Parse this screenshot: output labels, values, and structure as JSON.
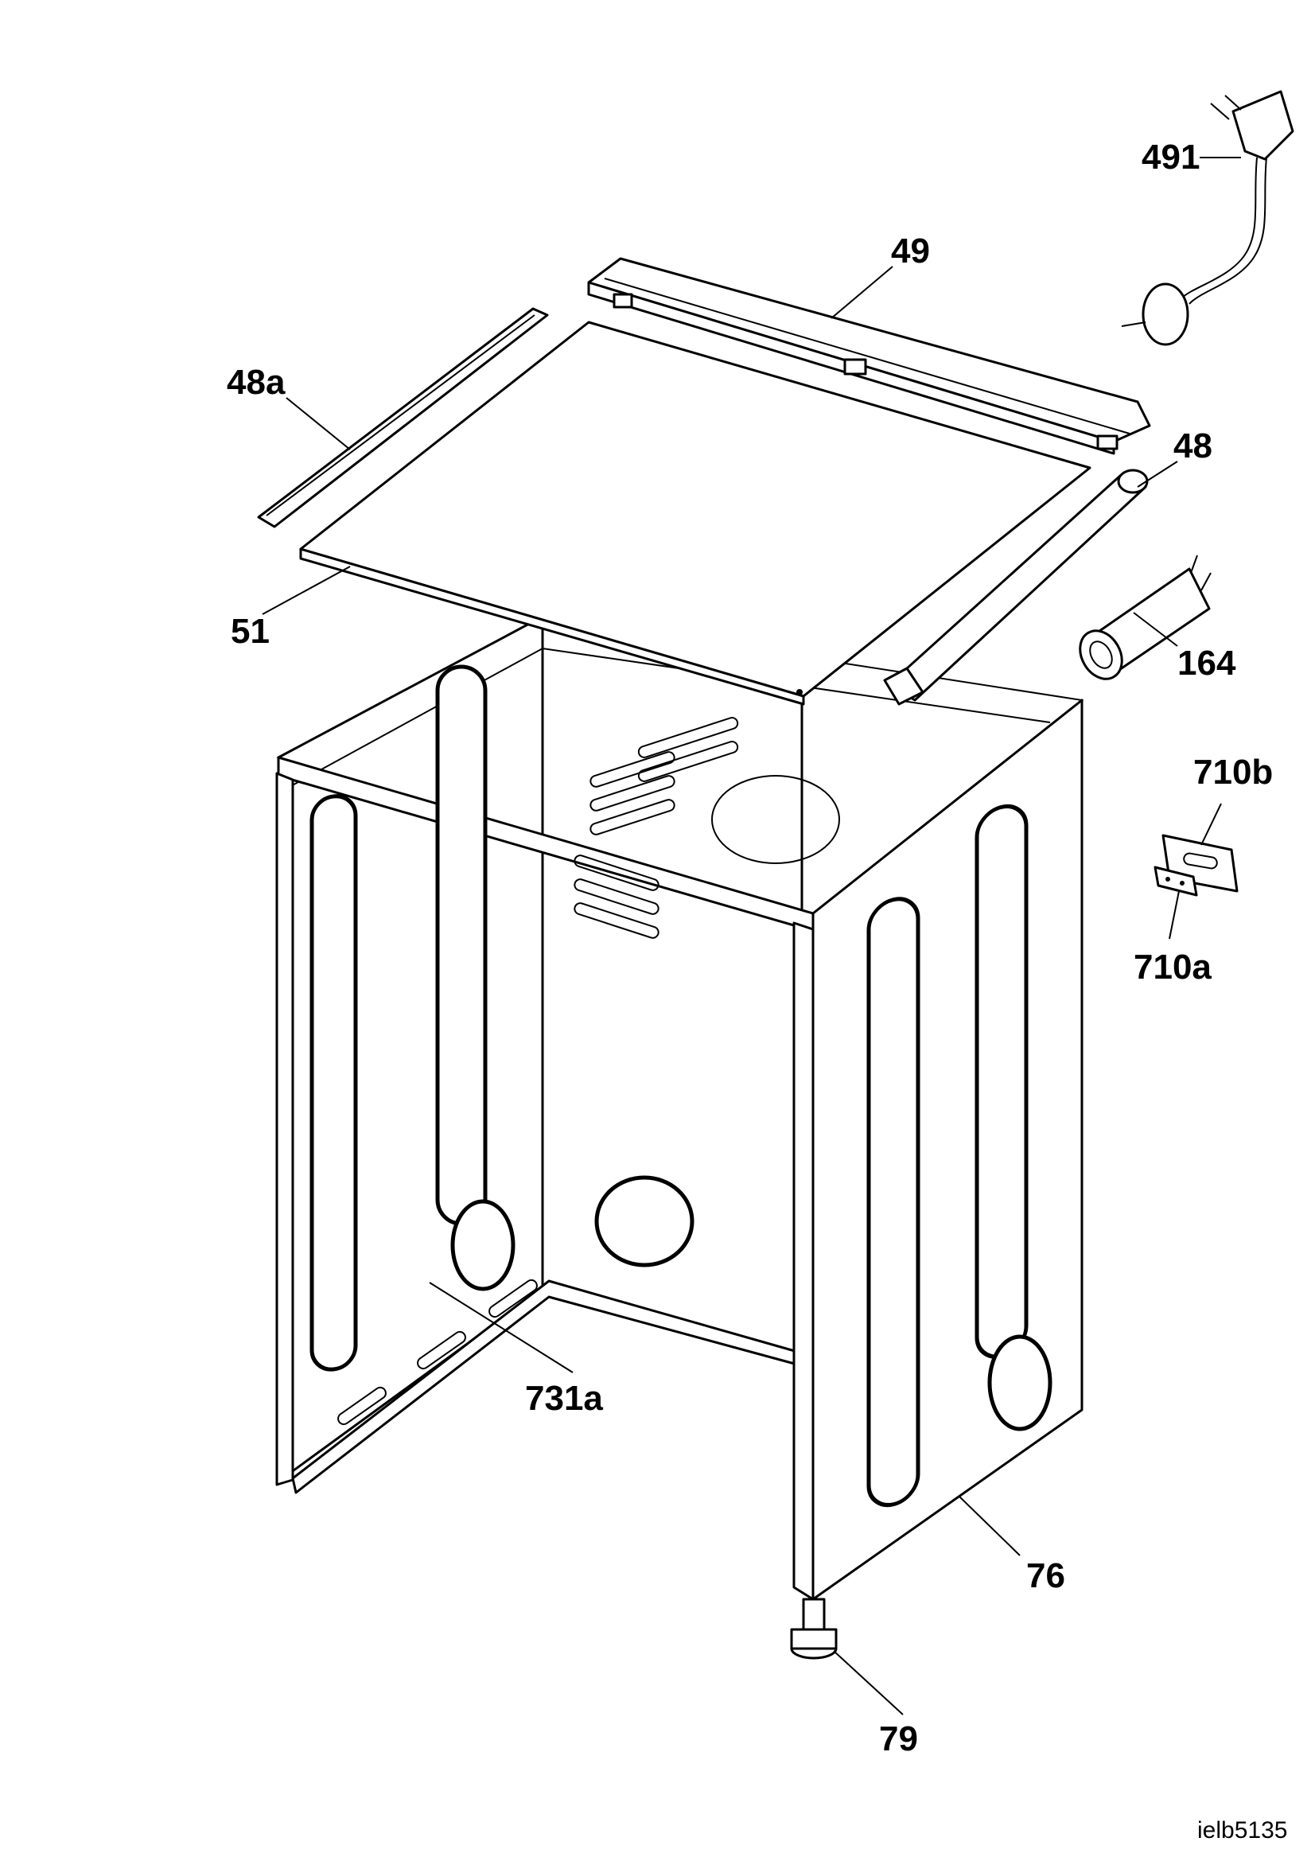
{
  "diagram": {
    "callouts": {
      "power_cord": "491",
      "rear_rail": "49",
      "left_rail": "48a",
      "right_rail": "48",
      "top_panel": "51",
      "capacitor": "164",
      "bracket_large": "710b",
      "bracket_small": "710a",
      "cabinet_seal": "731a",
      "cabinet": "76",
      "foot": "79"
    },
    "reference_code": "ielb5135"
  }
}
